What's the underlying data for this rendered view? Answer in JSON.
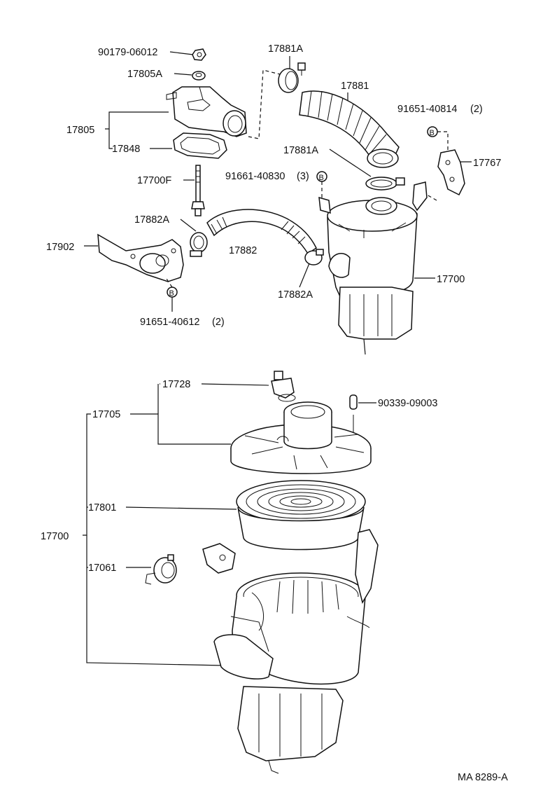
{
  "labels": {
    "p90179": "90179-06012",
    "p17805A": "17805A",
    "p17805": "17805",
    "p17848": "17848",
    "p17881A_top": "17881A",
    "p17881": "17881",
    "p91651_40814": "91651-40814",
    "q91651_40814": "(2)",
    "p17881A_mid": "17881A",
    "p17767": "17767",
    "p91661_40830": "91661-40830",
    "q91661_40830": "(3)",
    "p17700F": "17700F",
    "p17882A_left": "17882A",
    "p17902": "17902",
    "p17882": "17882",
    "p17882A_right": "17882A",
    "p17700_top": "17700",
    "p91651_40612": "91651-40612",
    "q91651_40612": "(2)",
    "p17728": "17728",
    "p90339": "90339-09003",
    "p17705": "17705",
    "p17801": "17801",
    "p17700_bottom": "17700",
    "p17061": "17061",
    "drawing_code": "MA 8289-A"
  },
  "markers": {
    "bolt_marker": "B"
  }
}
